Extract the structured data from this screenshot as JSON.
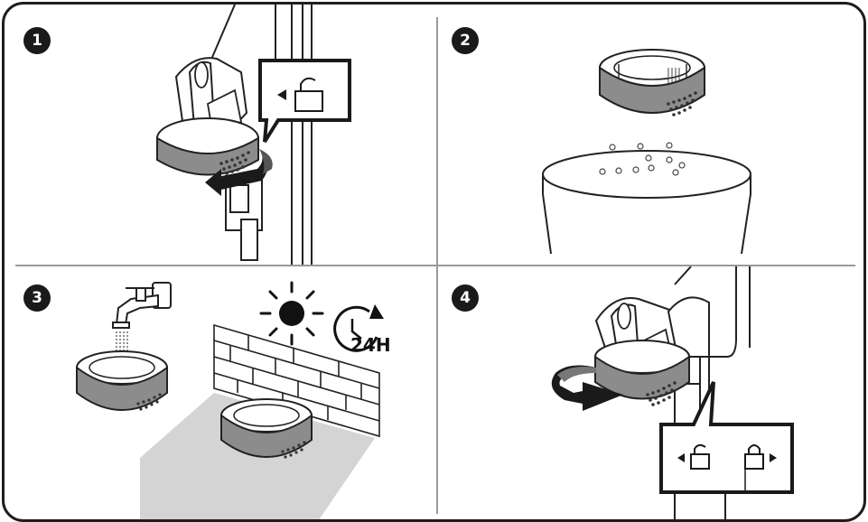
{
  "steps": [
    {
      "number": "1",
      "icon": "unlock-icon"
    },
    {
      "number": "2",
      "icon": "empty-dust-icon"
    },
    {
      "number": "3",
      "icon": "sun-icon",
      "dry_time_label": "24H"
    },
    {
      "number": "4",
      "icon": "lock-icon"
    }
  ],
  "colors": {
    "frame": "#1e1e1e",
    "divider": "#9a9a9a",
    "ring": "#8c8c8c",
    "ring_dark": "#5e5e5e",
    "floor": "#d4d4d4"
  }
}
